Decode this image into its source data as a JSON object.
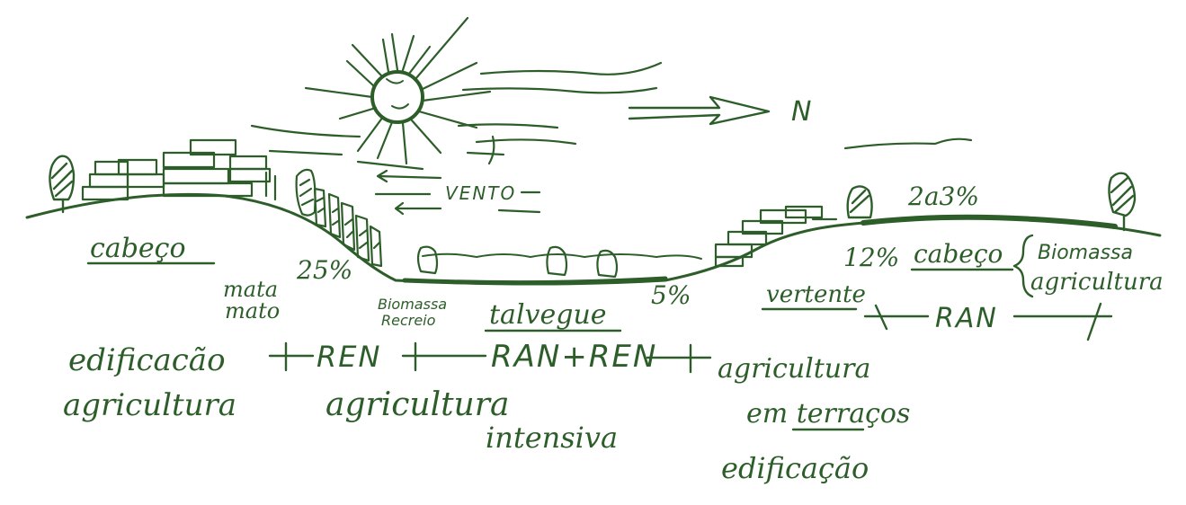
{
  "colors": {
    "ink": "#2d5e2a",
    "paper": "#ffffff"
  },
  "icons": {
    "sun": "sun-icon",
    "north_arrow": "north-arrow-icon",
    "trees": "tree-icon",
    "buildings": "building-icon"
  },
  "labels": {
    "north": "N",
    "wind": "VENTO",
    "slope_left": "25%",
    "slope_valley": "5%",
    "slope_right_top": "2a3%",
    "slope_right": "12%",
    "cabeco_left": "cabeço",
    "cabeco_right": "cabeço",
    "mata": "mata",
    "mato": "mato",
    "biomassa_left": "Biomassa",
    "recreio": "Recreio",
    "talvegue": "talvegue",
    "vertente": "vertente",
    "biomassa_right": "Biomassa",
    "agricultura_right": "agricultura",
    "ran_right": "RAN"
  },
  "zones": {
    "left_line1": "edificacão",
    "left_line2": "agricultura",
    "ren": "REN",
    "center_line1": "agricultura",
    "center_line2": "intensiva",
    "ran_ren": "RAN+REN",
    "right_line1": "agricultura",
    "right_line2": "em terraços",
    "right_line3": "edificação"
  }
}
